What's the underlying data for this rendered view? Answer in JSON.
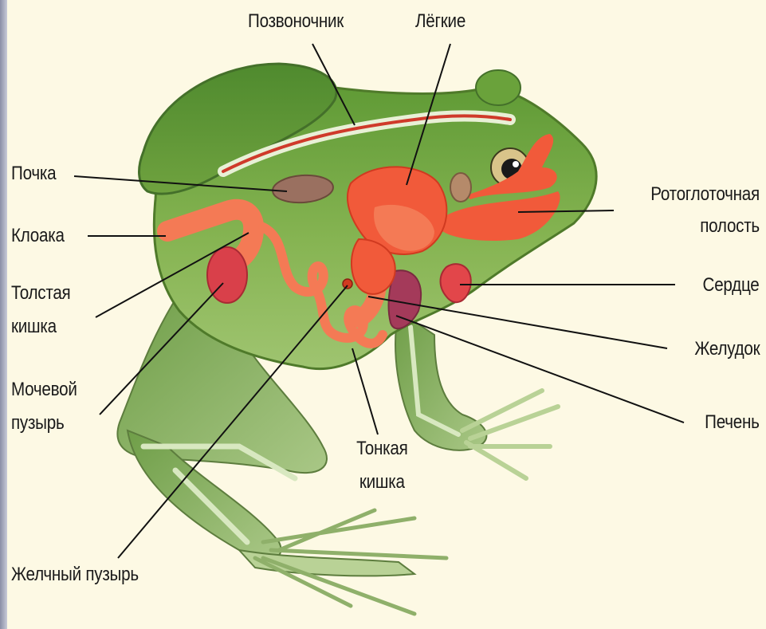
{
  "labels": {
    "spine": "Позвоночник",
    "lungs": "Лёгкие",
    "kidney": "Почка",
    "cloaca": "Клоака",
    "large_intestine": [
      "Толстая",
      "кишка"
    ],
    "bladder": [
      "Мочевой",
      "пузырь"
    ],
    "gallbladder": "Желчный пузырь",
    "small_intestine": [
      "Тонкая",
      "кишка"
    ],
    "oral_cavity": [
      "Ротоглоточная",
      "полость"
    ],
    "heart": "Сердце",
    "stomach": "Желудок",
    "liver": "Печень"
  },
  "colors": {
    "background": "#fdf9e4",
    "body": "#6e9e3c",
    "organs": "#f15a3a",
    "kidney": "#9a7060",
    "bladder": "#d9404a",
    "stomach": "#a43a5a",
    "leader_lines": "#111111"
  }
}
